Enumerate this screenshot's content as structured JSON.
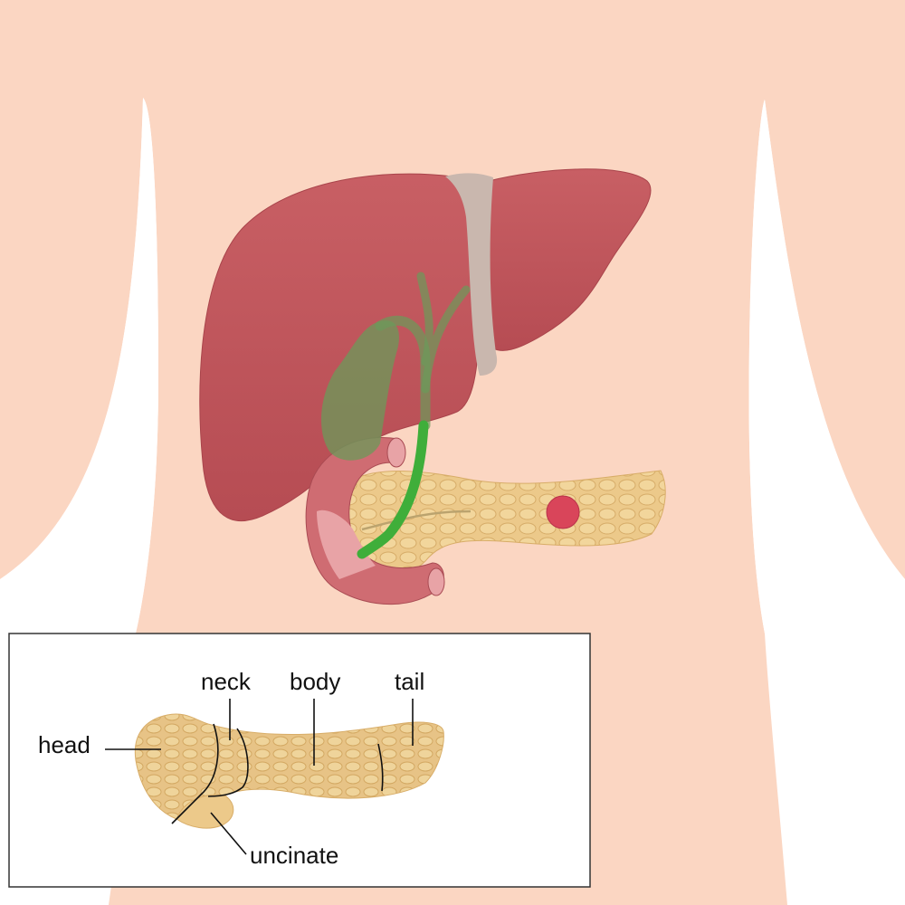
{
  "colors": {
    "skin": "#fbd6c2",
    "liver": "#c45a5e",
    "liver_dark": "#a9444b",
    "ligament": "#c9b7ae",
    "gallbladder": "#6b9a5a",
    "bile_duct": "#3fae3a",
    "pancreas": "#ecc98a",
    "pancreas_dark": "#d8ad68",
    "duodenum": "#cf6c72",
    "duodenum_inner": "#e8a3a6",
    "tumor": "#d9455a",
    "inset_border": "#333333"
  },
  "inset": {
    "labels": {
      "head": "head",
      "neck": "neck",
      "body": "body",
      "tail": "tail",
      "uncinate": "uncinate"
    }
  }
}
